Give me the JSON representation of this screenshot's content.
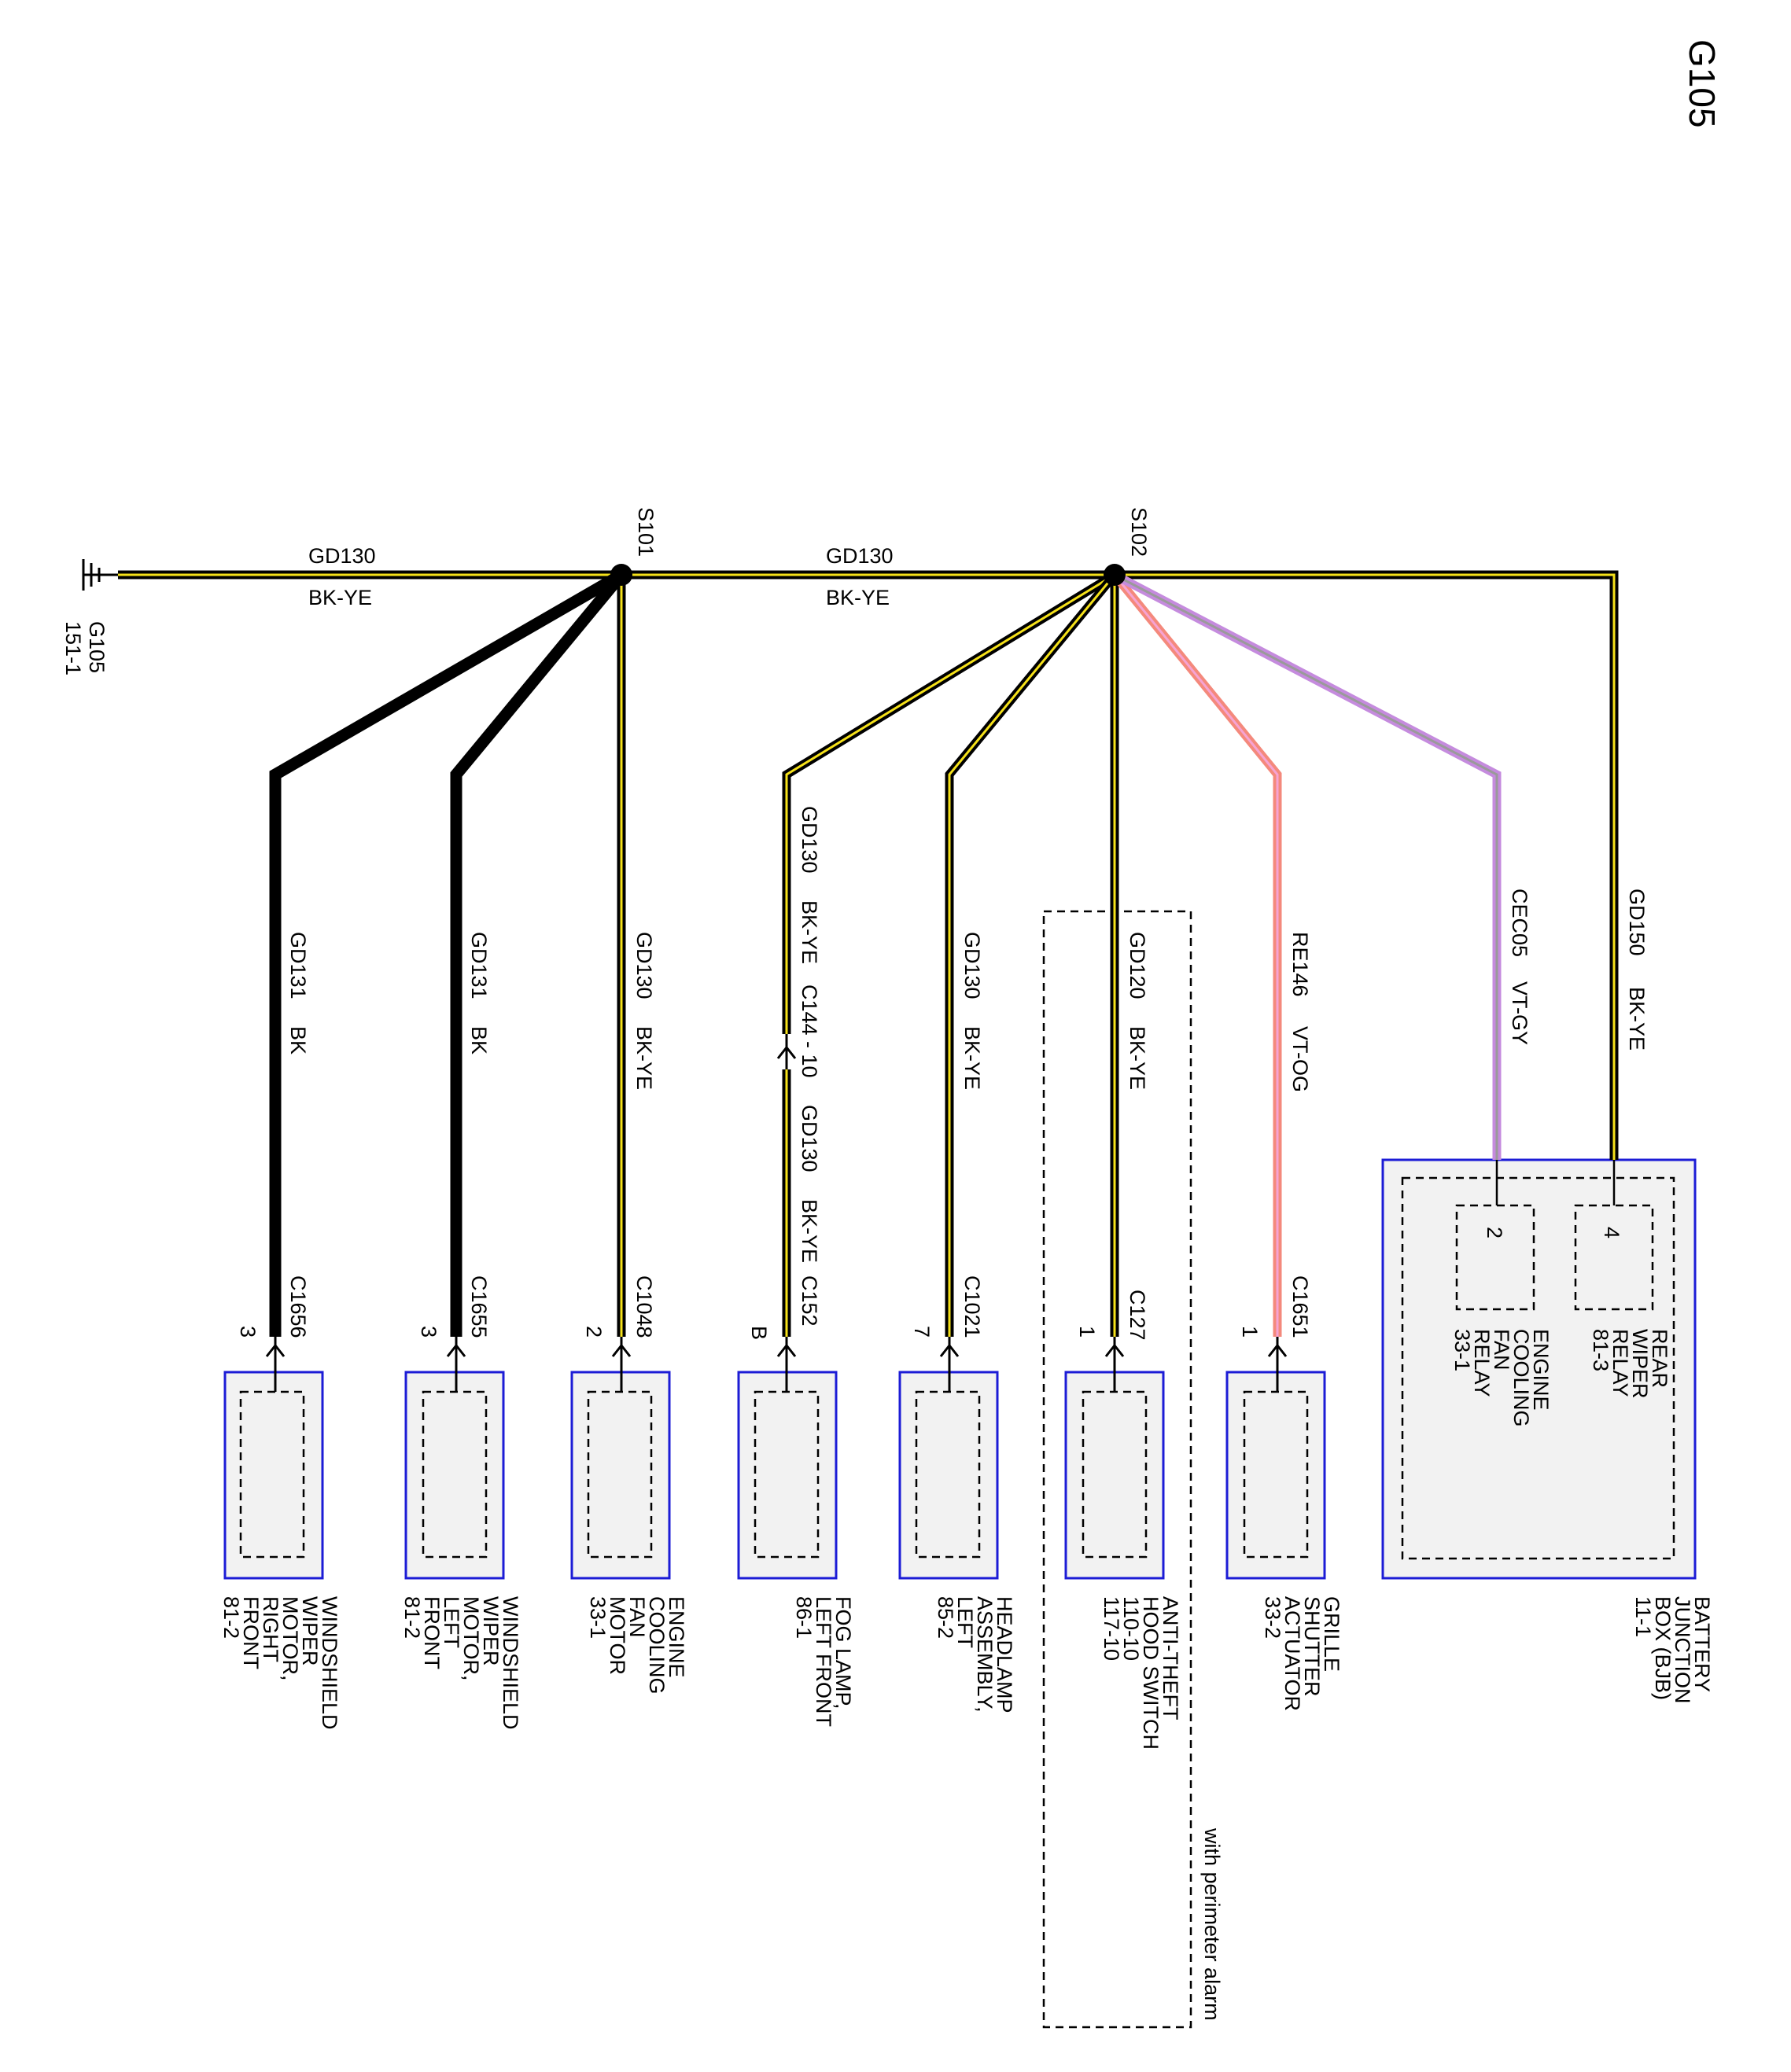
{
  "page_title": "G105",
  "ground": {
    "label": "G105",
    "ref": "151-1"
  },
  "trunk_wire": {
    "circuit": "GD130",
    "color": "BK-YE"
  },
  "splices": {
    "s101": "S101",
    "s102": "S102"
  },
  "option_label": "with perimeter alarm",
  "branches": {
    "wiper_rf": {
      "circuit": "GD131",
      "color": "BK",
      "connector": "C1656",
      "pin": "3",
      "name": [
        "WINDSHIELD",
        "WIPER",
        "MOTOR,",
        "RIGHT",
        "FRONT",
        "81-2"
      ]
    },
    "wiper_lf": {
      "circuit": "GD131",
      "color": "BK",
      "connector": "C1655",
      "pin": "3",
      "name": [
        "WINDSHIELD",
        "WIPER",
        "MOTOR,",
        "LEFT",
        "FRONT",
        "81-2"
      ]
    },
    "fan_motor": {
      "circuit": "GD130",
      "color": "BK-YE",
      "connector": "C1048",
      "pin": "2",
      "name": [
        "ENGINE",
        "COOLING",
        "FAN",
        "MOTOR",
        "33-1"
      ]
    },
    "fog_lamp": {
      "circuit_upper": "GD130",
      "color_upper": "BK-YE",
      "inline_connector": "C144 - 10",
      "circuit_lower": "GD130",
      "color_lower": "BK-YE",
      "connector": "C152",
      "pin": "B",
      "name": [
        "FOG LAMP,",
        "LEFT FRONT",
        "86-1"
      ]
    },
    "headlamp": {
      "circuit": "GD130",
      "color": "BK-YE",
      "connector": "C1021",
      "pin": "7",
      "name": [
        "HEADLAMP",
        "ASSEMBLY,",
        "LEFT",
        "85-2"
      ]
    },
    "hood_switch": {
      "circuit": "GD120",
      "color": "BK-YE",
      "connector": "C127",
      "pin": "1",
      "name": [
        "ANTI-THEFT",
        "HOOD SWITCH",
        "110-10",
        "117-10"
      ]
    },
    "grille": {
      "circuit": "RE146",
      "color": "VT-OG",
      "connector": "C1651",
      "pin": "1",
      "name": [
        "GRILLE",
        "SHUTTER",
        "ACTUATOR",
        "33-2"
      ]
    },
    "bjb_fan_relay": {
      "circuit": "CEC05",
      "color": "VT-GY",
      "pin": "2",
      "name": [
        "ENGINE",
        "COOLING",
        "FAN",
        "RELAY",
        "33-1"
      ]
    },
    "bjb_rear_wiper": {
      "circuit": "GD150",
      "color": "BK-YE",
      "pin": "4",
      "name": [
        "REAR",
        "WIPER",
        "RELAY",
        "81-3"
      ]
    }
  },
  "bjb": {
    "name": [
      "BATTERY",
      "JUNCTION",
      "BOX (BJB)",
      "11-1"
    ]
  },
  "colors": {
    "black": "#000000",
    "yellow": "#f5e11a",
    "pink_orange": "#f4897c",
    "pink": "#f6a3d2",
    "violet": "#c58bde",
    "gray": "#9a9a9a",
    "component_border": "#1c1cd6",
    "component_fill": "#f2f2f2"
  }
}
